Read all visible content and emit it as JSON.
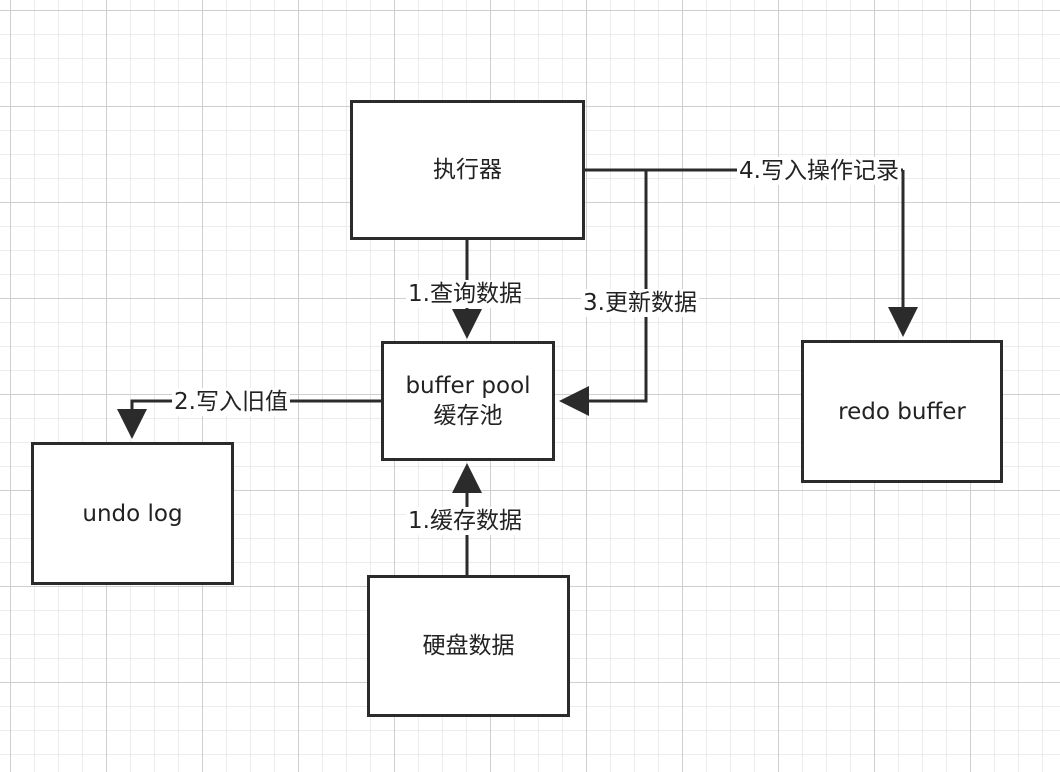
{
  "diagram": {
    "nodes": {
      "executor": {
        "label": "执行器"
      },
      "buffer_pool": {
        "label_line1": "buffer pool",
        "label_line2": "缓存池"
      },
      "redo_buffer": {
        "label": "redo buffer"
      },
      "undo_log": {
        "label": "undo log"
      },
      "disk": {
        "label": "硬盘数据"
      }
    },
    "edges": {
      "query": {
        "label": "1.查询数据",
        "from": "executor",
        "to": "buffer_pool"
      },
      "cache": {
        "label": "1.缓存数据",
        "from": "disk",
        "to": "buffer_pool"
      },
      "write_old": {
        "label": "2.写入旧值",
        "from": "buffer_pool",
        "to": "undo_log"
      },
      "update": {
        "label": "3.更新数据",
        "from": "executor",
        "to": "buffer_pool"
      },
      "write_redo": {
        "label": "4.写入操作记录",
        "from": "executor",
        "to": "redo_buffer"
      }
    },
    "colors": {
      "stroke": "#2b2b2b",
      "grid_major": "#cfcfcf",
      "grid_minor": "#ececec"
    }
  }
}
